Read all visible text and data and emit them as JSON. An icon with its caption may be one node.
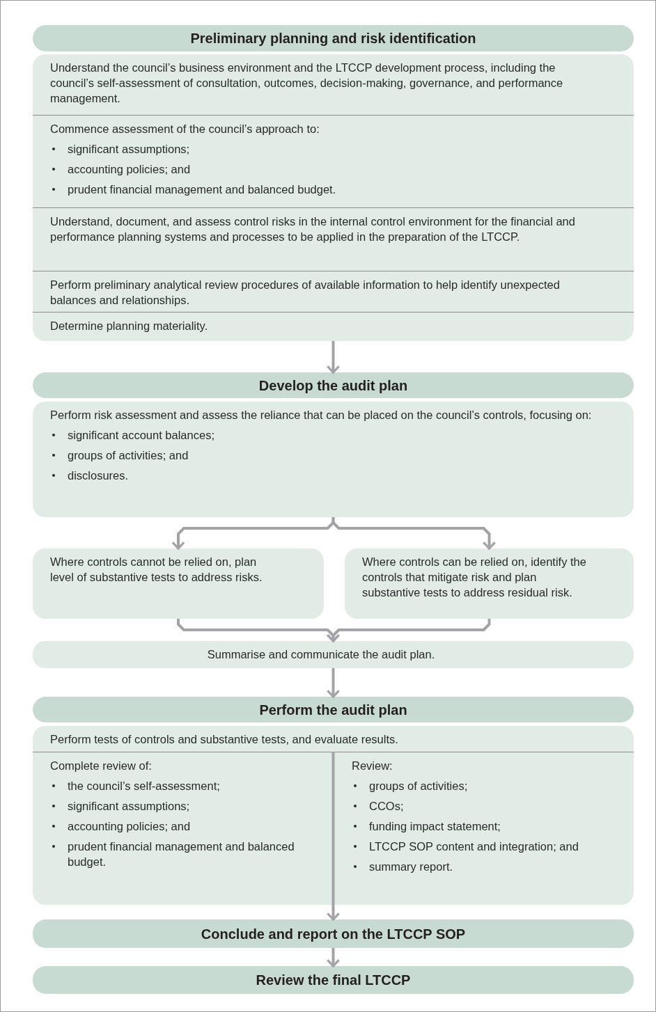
{
  "diagram": {
    "nodes": [
      {
        "text": [
          "Preliminary planning and risk identification"
        ]
      },
      {
        "text": [],
        "shape": "box"
      },
      {
        "text": [
          "Understand the council’s business environment and the LTCCP development process, including the council’s self-assessment of consultation, outcomes, decision-making, governance, and performance management."
        ],
        "in": 1
      },
      {
        "text": [
          "Commence assessment of the council’s approach to:",
          "significant assumptions;",
          "accounting policies; and",
          "prudent financial management and balanced budget."
        ],
        "in": 1
      },
      {
        "text": [
          "Understand, document, and assess control risks in the internal control environment for the financial and performance planning systems and processes to be applied in the preparation of the LTCCP."
        ],
        "in": 1
      },
      {
        "text": [
          "Perform preliminary analytical review procedures of available information to help identify unexpected balances and relationships."
        ],
        "in": 1
      },
      {
        "text": [
          "Determine planning materiality."
        ],
        "in": 1
      },
      {
        "text": [
          "Develop the audit plan"
        ]
      },
      {
        "text": [
          "Perform risk assessment and assess the reliance that can be placed on the council’s controls, focusing on:",
          "significant account balances;",
          "groups of activities; and",
          "disclosures."
        ]
      },
      {
        "text": [
          "Where controls cannot be relied on, plan level of substantive tests to address risks."
        ]
      },
      {
        "text": [
          "Where controls can be relied on, identify the controls that mitigate risk and plan substantive tests to address residual risk."
        ]
      },
      {
        "text": [
          "Summarise and communicate the audit plan."
        ]
      },
      {
        "text": [
          "Perform the audit plan"
        ]
      },
      {
        "text": [],
        "shape": "box"
      },
      {
        "text": [
          "Perform tests of controls and substantive tests, and evaluate results."
        ],
        "in": 13
      },
      {
        "text": [
          "Complete review of:",
          "the council’s self-assessment;",
          "significant assumptions;",
          "accounting policies; and",
          "prudent financial management and balanced budget."
        ],
        "in": 13
      },
      {
        "text": [
          "Review:",
          "groups of activities;",
          "CCOs;",
          "funding impact statement;",
          "LTCCP SOP content and integration; and",
          "summary report."
        ],
        "in": 13
      },
      {
        "text": [
          "Conclude and report on the LTCCP SOP"
        ]
      },
      {
        "text": [
          "Review the final LTCCP"
        ]
      }
    ],
    "edges": [
      {
        "from": 1,
        "to": 7,
        "arrow": "to"
      },
      {
        "from": 8,
        "to": 9,
        "arrow": "to"
      },
      {
        "from": 8,
        "to": 10,
        "arrow": "to"
      },
      {
        "from": 9,
        "to": 11,
        "arrow": "to"
      },
      {
        "from": 10,
        "to": 11,
        "arrow": "to"
      },
      {
        "from": 11,
        "to": 12,
        "arrow": "to"
      },
      {
        "from": 14,
        "to": 17,
        "arrow": "to"
      },
      {
        "from": 17,
        "to": 18,
        "arrow": "to"
      }
    ]
  }
}
